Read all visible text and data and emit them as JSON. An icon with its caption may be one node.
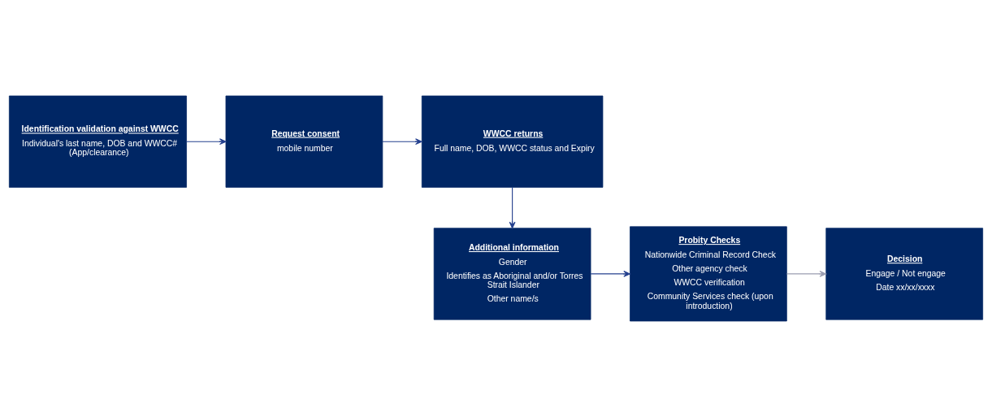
{
  "diagram": {
    "nodes": [
      {
        "text": [
          "Identification validation against WWCC",
          "Individual's last name, DOB and WWCC# (App/clearance)"
        ]
      },
      {
        "text": [
          "Request consent",
          "mobile number"
        ]
      },
      {
        "text": [
          "WWCC returns",
          "Full name, DOB, WWCC status and Expiry"
        ]
      },
      {
        "text": [
          "Additional information",
          "Gender",
          "Identifies as Aboriginal and/or Torres Strait Islander",
          "Other name/s"
        ]
      },
      {
        "text": [
          "Probity Checks",
          "Nationwide Criminal Record Check",
          "Other agency check",
          "WWCC verification",
          "Community Services check (upon introduction)"
        ]
      },
      {
        "text": [
          "Decision",
          "Engage / Not engage",
          "Date xx/xx/xxxx"
        ]
      }
    ],
    "edges": [
      {
        "from": 0,
        "to": 1,
        "arrow": "to"
      },
      {
        "from": 1,
        "to": 2,
        "arrow": "to"
      },
      {
        "from": 2,
        "to": 3,
        "arrow": "to"
      },
      {
        "from": 3,
        "to": 4,
        "arrow": "to"
      },
      {
        "from": 4,
        "to": 5,
        "arrow": "to",
        "color": "#9a9db0"
      }
    ]
  }
}
